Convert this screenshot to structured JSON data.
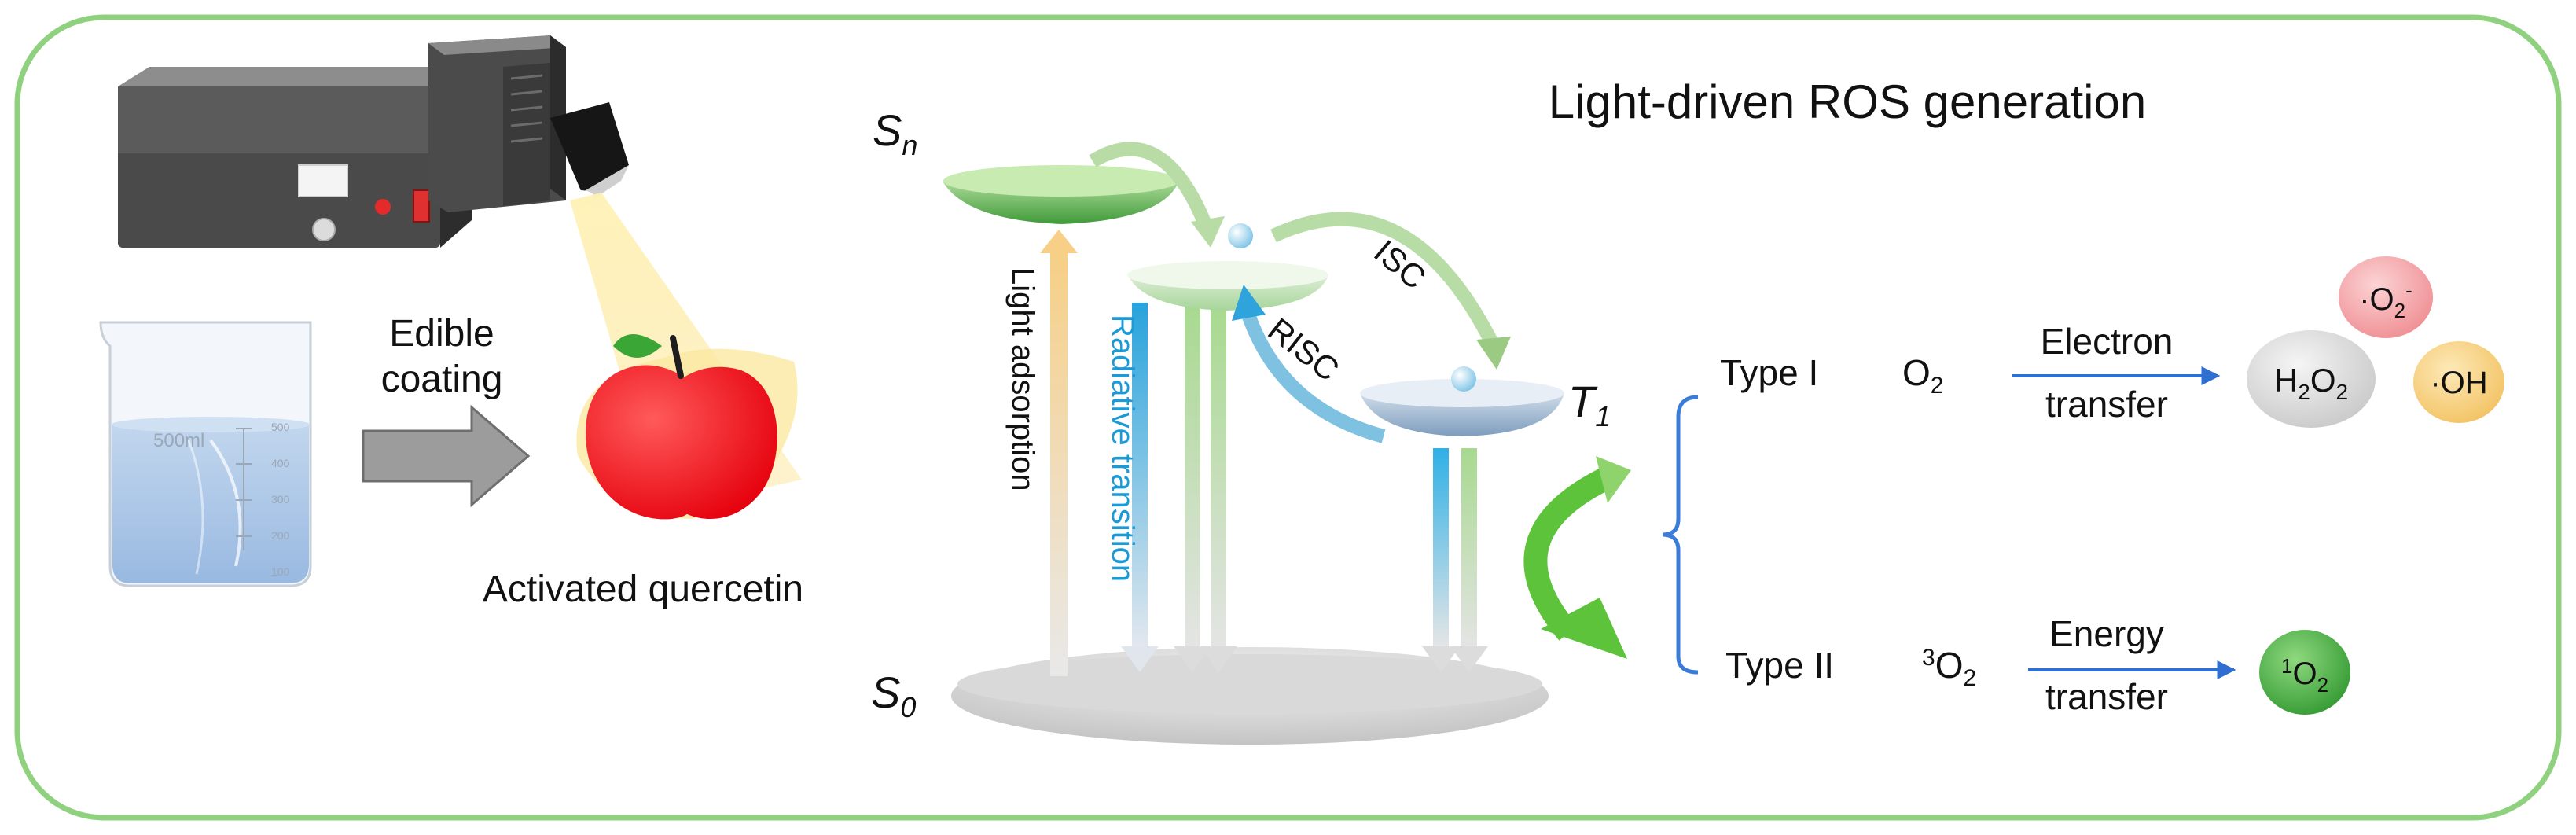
{
  "title": "Light-driven ROS generation",
  "left": {
    "coating_label_line1": "Edible",
    "coating_label_line2": "coating",
    "product_label": "Activated quercetin",
    "beaker": {
      "volume_label": "500ml",
      "tick_500": "500",
      "tick_400": "400",
      "tick_300": "300",
      "tick_200": "200",
      "tick_100": "100"
    }
  },
  "jablonski": {
    "sn": "S",
    "sn_sub": "n",
    "s0": "S",
    "s0_sub": "0",
    "t1": "T",
    "t1_sub": "1",
    "light_adsorption": "Light adsorption",
    "radiative_transition": "Radiative transition",
    "isc": "ISC",
    "risc": "RISC"
  },
  "pathways": {
    "type1": {
      "label": "Type I",
      "reactant": "O",
      "reactant_sub": "2",
      "process_line1": "Electron",
      "process_line2": "transfer",
      "products": {
        "h2o2": {
          "a": "H",
          "a_sub": "2",
          "b": "O",
          "b_sub": "2"
        },
        "superoxide": {
          "dot": "·",
          "base": "O",
          "sub": "2",
          "sup": "-"
        },
        "hydroxyl": "·OH"
      }
    },
    "type2": {
      "label": "Type II",
      "reactant_sup": "3",
      "reactant": "O",
      "reactant_sub": "2",
      "process_line1": "Energy",
      "process_line2": "transfer",
      "product": {
        "sup": "1",
        "base": "O",
        "sub": "2"
      }
    }
  },
  "colors": {
    "frame_border": "#8fd17f",
    "arrow_green": "#5cc33a",
    "arrow_blue": "#2a9fd8",
    "arrow_yellow": "#f6d58a",
    "apple_red": "#f0141a",
    "superoxide_fill": "#f29a9e",
    "hydroxyl_fill": "#f6cf7a",
    "h2o2_fill": "#d9d9d9",
    "singlet_fill": "#3ea63e",
    "pathway_arrow": "#2e6fd1"
  }
}
